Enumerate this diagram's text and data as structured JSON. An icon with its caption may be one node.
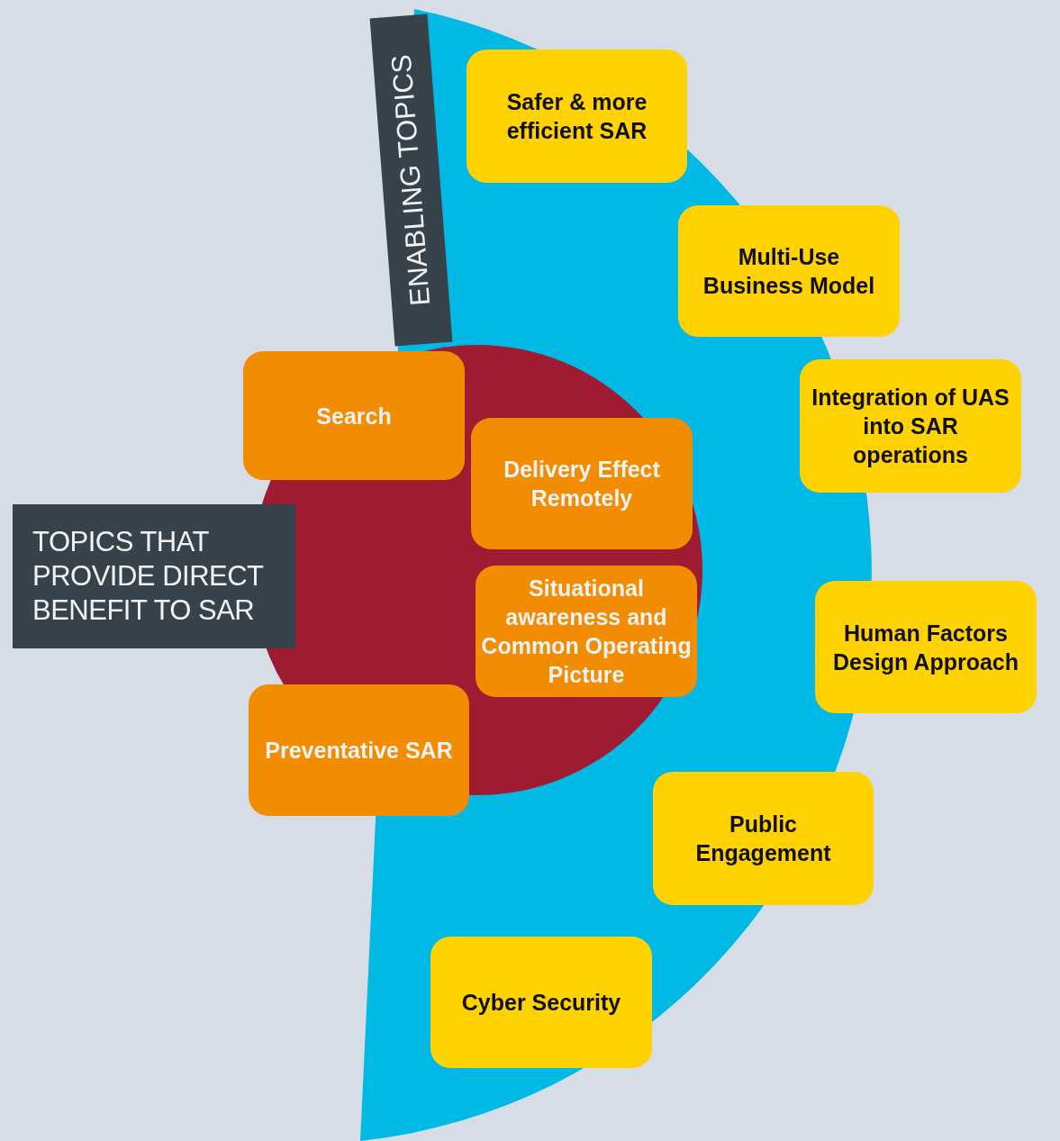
{
  "diagram": {
    "nodes": [
      {
        "text": [
          "ENABLING TOPICS"
        ]
      },
      {
        "text": [
          "Safer & more efficient SAR"
        ]
      },
      {
        "text": [
          "Multi-Use Business Model"
        ]
      },
      {
        "text": [
          "Search"
        ]
      },
      {
        "text": [
          "Integration of UAS into SAR operations"
        ]
      },
      {
        "text": [
          "Delivery Effect Remotely"
        ]
      },
      {
        "text": [
          "TOPICS THAT PROVIDE DIRECT BENEFIT TO SAR"
        ]
      },
      {
        "text": [
          "Situational awareness and Common Operating Picture"
        ]
      },
      {
        "text": [
          "Human Factors Design Approach"
        ]
      },
      {
        "text": [
          "Preventative SAR"
        ]
      },
      {
        "text": [
          "Public Engagement"
        ]
      },
      {
        "text": [
          "Cyber Security"
        ]
      }
    ]
  }
}
